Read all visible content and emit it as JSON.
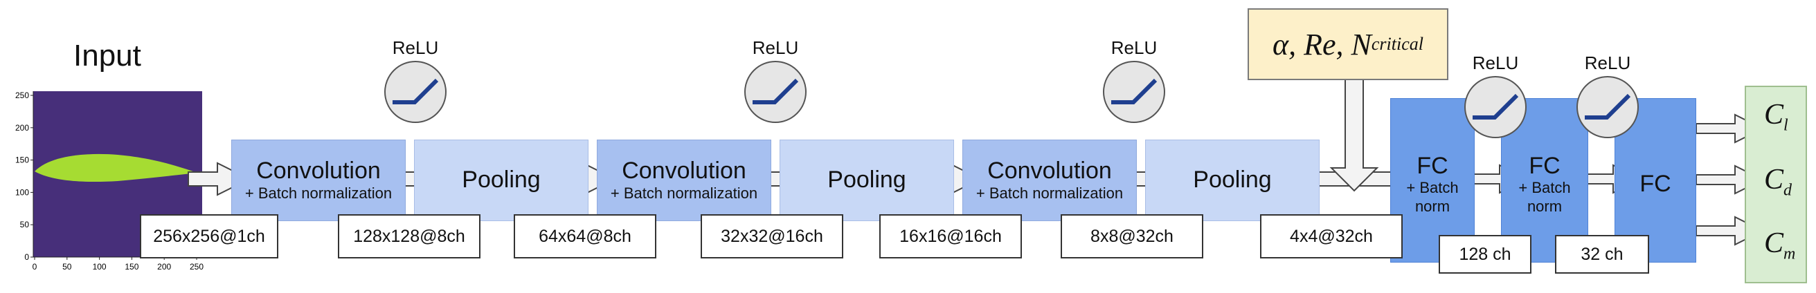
{
  "input": {
    "title": "Input",
    "y_ticks": [
      "250",
      "200",
      "150",
      "100",
      "50",
      "0"
    ],
    "x_ticks": [
      "0",
      "50",
      "100",
      "150",
      "200",
      "250"
    ],
    "colors": {
      "background": "#472f7a",
      "airfoil": "#a6dc32"
    }
  },
  "relu_label": "ReLU",
  "stages": [
    {
      "name": "Convolution",
      "sub": "+ Batch normalization"
    },
    {
      "name": "Pooling"
    },
    {
      "name": "Convolution",
      "sub": "+ Batch normalization"
    },
    {
      "name": "Pooling"
    },
    {
      "name": "Convolution",
      "sub": "+ Batch normalization"
    },
    {
      "name": "Pooling"
    }
  ],
  "fc": [
    {
      "name": "FC",
      "sub": "+ Batch norm"
    },
    {
      "name": "FC",
      "sub": "+ Batch norm"
    },
    {
      "name": "FC"
    }
  ],
  "shapes": [
    "256x256@1ch",
    "128x128@8ch",
    "64x64@8ch",
    "32x32@16ch",
    "16x16@16ch",
    "8x8@32ch",
    "4x4@32ch"
  ],
  "fc_channels": [
    "128 ch",
    "32 ch"
  ],
  "params": {
    "text": "α, Re, N",
    "sub": "critical"
  },
  "outputs": [
    {
      "symbol": "C",
      "sub": "l"
    },
    {
      "symbol": "C",
      "sub": "d"
    },
    {
      "symbol": "C",
      "sub": "m"
    }
  ],
  "colors": {
    "relu_line": "#1f3f8f",
    "conv": "#a7c0f0",
    "pool": "#c8d8f6",
    "fc": "#6d9de8",
    "params_bg": "#fdf0c9",
    "output_bg": "#d9edd2"
  }
}
